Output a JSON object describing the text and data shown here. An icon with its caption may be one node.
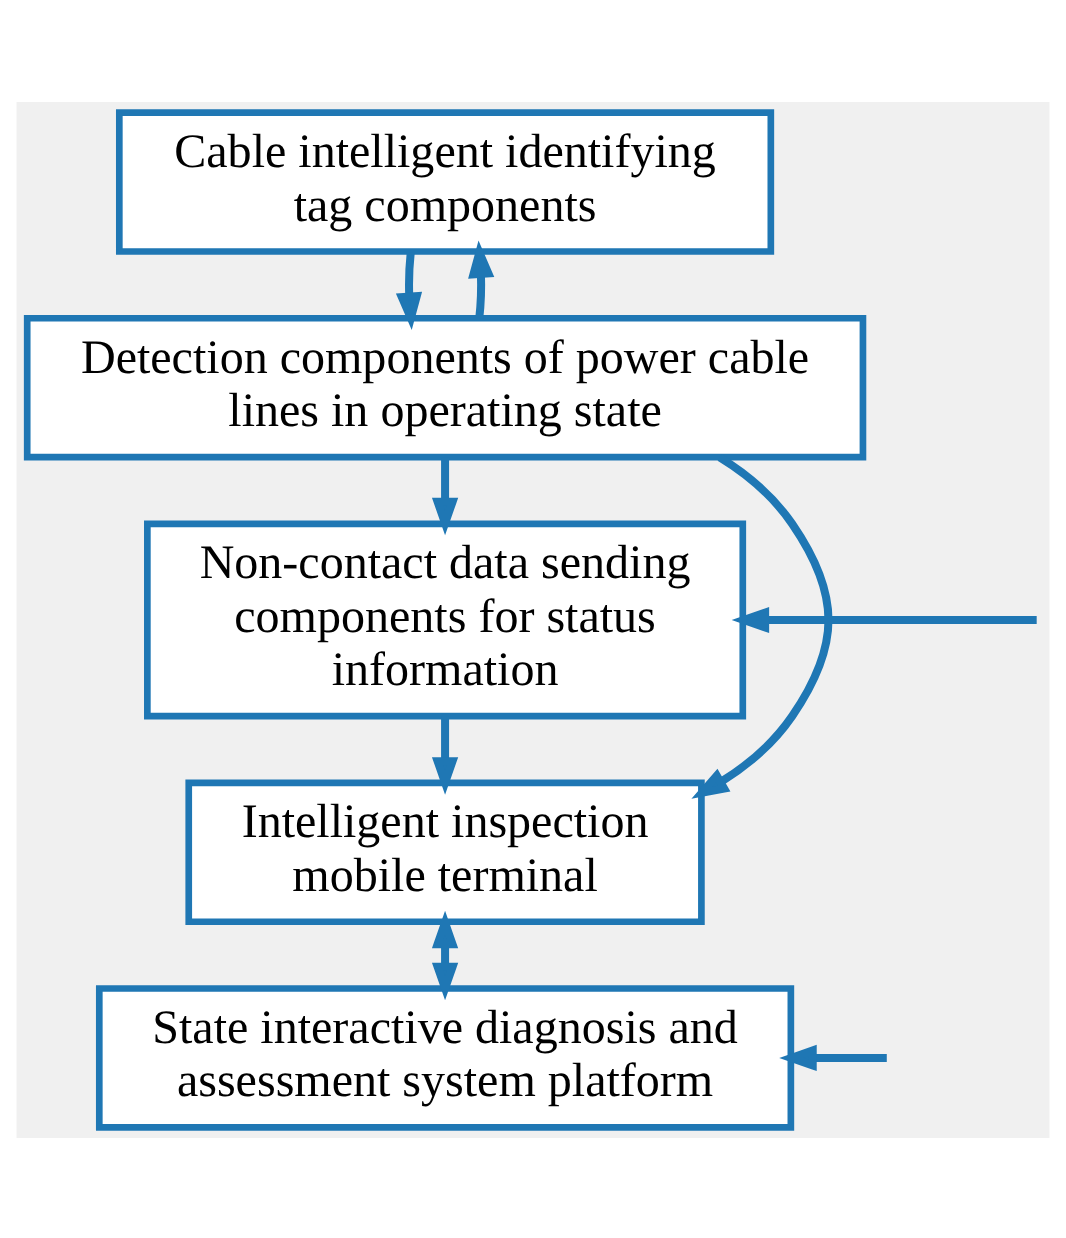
{
  "diagram": {
    "nodes": [
      {
        "text": [
          "Cable intelligent identifying tag components"
        ]
      },
      {
        "text": [
          "Detection components of power cable lines in operating state"
        ]
      },
      {
        "text": [
          "Non-contact data sending components for status information"
        ]
      },
      {
        "text": [
          "Intelligent inspection mobile terminal"
        ]
      },
      {
        "text": [
          "State interactive diagnosis and assessment system platform"
        ]
      }
    ],
    "edges": [
      {
        "from": 0,
        "to": 1,
        "arrow": "to"
      },
      {
        "from": 1,
        "to": 2,
        "arrow": "to"
      },
      {
        "from": 2,
        "to": 3,
        "arrow": "to"
      },
      {
        "from": 3,
        "to": 4,
        "arrow": "both"
      },
      {
        "from": 1,
        "to": 0,
        "arrow": "to"
      },
      {
        "from": 1,
        "to": 3,
        "arrow": "to"
      },
      {
        "from": null,
        "to": 2,
        "arrow": "to"
      },
      {
        "from": null,
        "to": 4,
        "arrow": "to"
      }
    ]
  }
}
